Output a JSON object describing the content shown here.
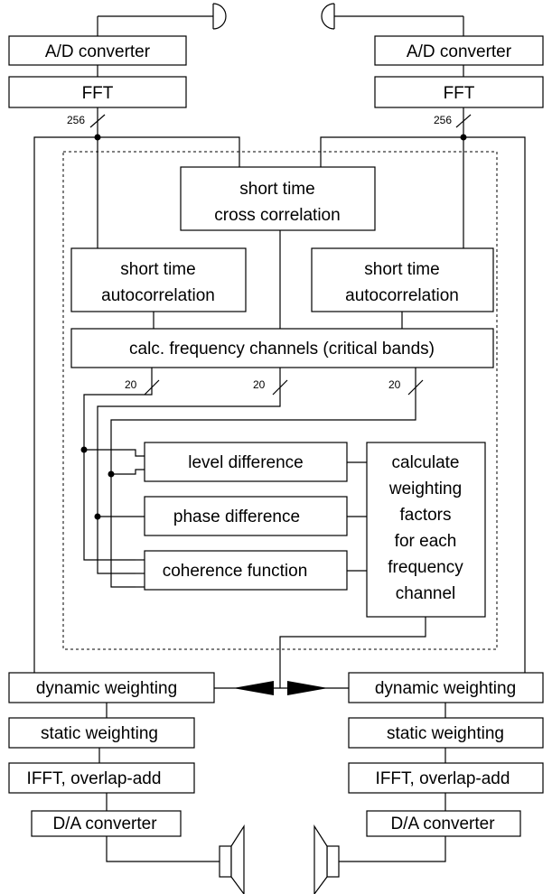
{
  "left_chain": {
    "ad_converter": "A/D converter",
    "fft": "FFT",
    "bus_width": "256",
    "dynamic_weighting": "dynamic weighting",
    "static_weighting": "static weighting",
    "ifft": "IFFT, overlap-add",
    "da_converter": "D/A converter"
  },
  "right_chain": {
    "ad_converter": "A/D converter",
    "fft": "FFT",
    "bus_width": "256",
    "dynamic_weighting": "dynamic weighting",
    "static_weighting": "static weighting",
    "ifft": "IFFT, overlap-add",
    "da_converter": "D/A converter"
  },
  "analysis": {
    "cross_correlation": [
      "short time",
      "cross correlation"
    ],
    "autocorrelation_left": [
      "short time",
      "autocorrelation"
    ],
    "autocorrelation_right": [
      "short time",
      "autocorrelation"
    ],
    "frequency_channels": "calc. frequency channels (critical bands)",
    "bus_widths": [
      "20",
      "20",
      "20"
    ],
    "level_difference": "level difference",
    "phase_difference": "phase difference",
    "coherence_function": "coherence function",
    "weighting_factors": [
      "calculate",
      "weighting",
      "factors",
      "for each",
      "frequency",
      "channel"
    ]
  }
}
